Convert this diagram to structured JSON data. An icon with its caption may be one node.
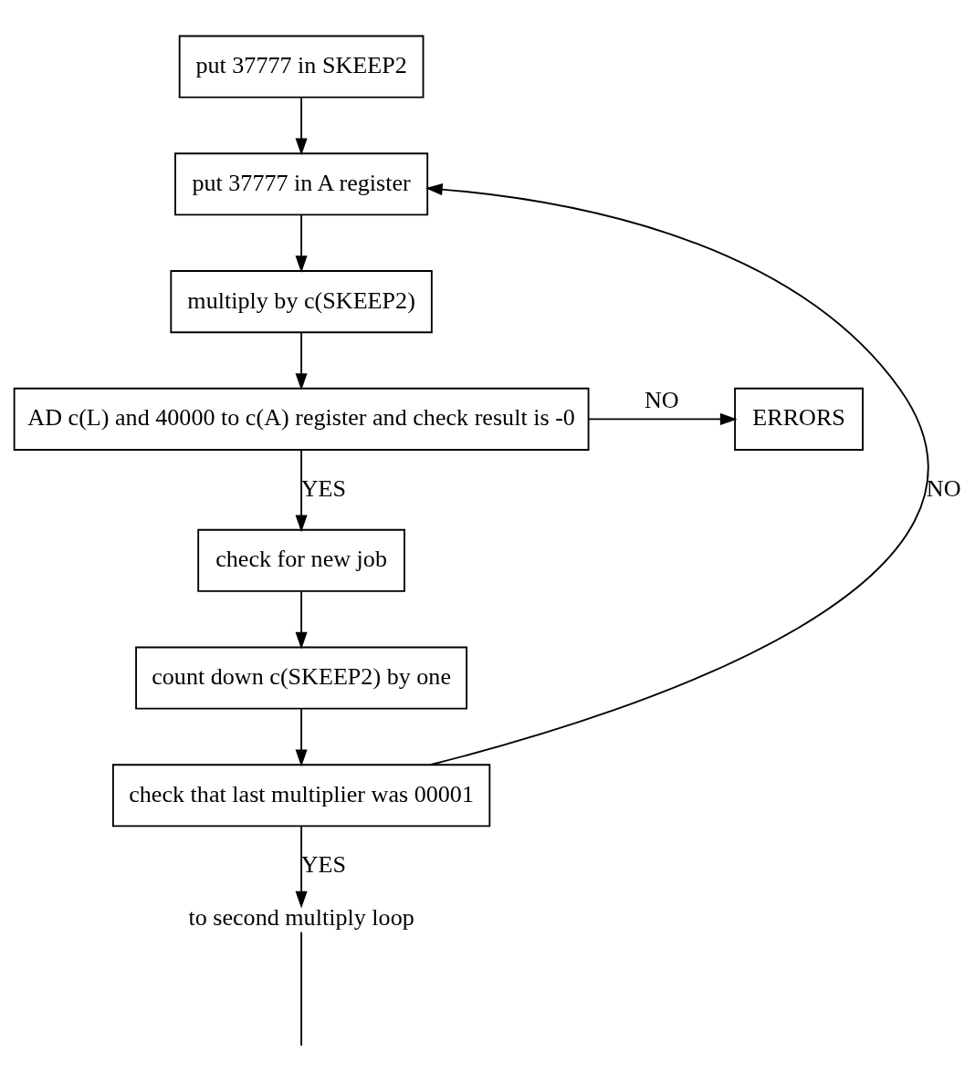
{
  "diagram": {
    "nodes": [
      {
        "text": [
          "put 37777 in SKEEP2"
        ]
      },
      {
        "text": [
          "put 37777 in A register"
        ]
      },
      {
        "text": [
          "multiply by c(SKEEP2)"
        ]
      },
      {
        "text": [
          "AD c(L) and 40000 to c(A) register and check result is -0"
        ]
      },
      {
        "text": [
          "ERRORS"
        ]
      },
      {
        "text": [
          "check for new job"
        ]
      },
      {
        "text": [
          "count down c(SKEEP2) by one"
        ]
      },
      {
        "text": [
          "check that last multiplier was 00001"
        ]
      },
      {
        "text": [
          "to second multiply loop"
        ]
      }
    ],
    "edges": [
      {
        "from": 0,
        "to": 1,
        "arrow": "to"
      },
      {
        "from": 1,
        "to": 2,
        "arrow": "to"
      },
      {
        "from": 2,
        "to": 3,
        "arrow": "to"
      },
      {
        "from": 3,
        "to": 4,
        "arrow": "to",
        "label": "NO"
      },
      {
        "from": 3,
        "to": 5,
        "arrow": "to",
        "label": "YES"
      },
      {
        "from": 5,
        "to": 6,
        "arrow": "to"
      },
      {
        "from": 6,
        "to": 7,
        "arrow": "to"
      },
      {
        "from": 7,
        "to": 1,
        "arrow": "to",
        "label": "NO"
      },
      {
        "from": 7,
        "to": 8,
        "arrow": "to",
        "label": "YES"
      },
      {
        "from": 8,
        "to": null,
        "arrow": "none"
      }
    ]
  }
}
